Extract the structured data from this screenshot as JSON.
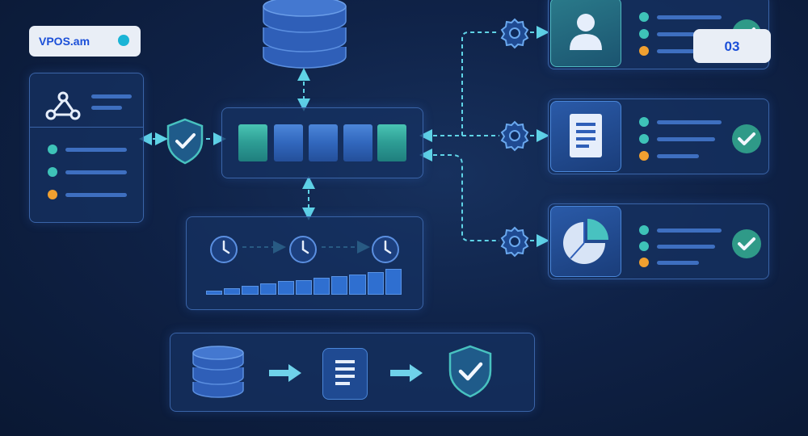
{
  "brand": {
    "label": "VPOS.am"
  },
  "badge": {
    "label": "03"
  },
  "colors": {
    "background": "#0f2247",
    "panel_border": "#3a64a8",
    "accent_teal": "#3ec3b8",
    "accent_orange": "#f0a030",
    "connector": "#5fd3e6"
  },
  "icons": {
    "source_card": "webhook-icon",
    "gateway": "shield-check-icon",
    "database": "database-icon",
    "timeline": "clock-icon",
    "process": "gear-icon",
    "outputs": [
      "user-icon",
      "document-icon",
      "pie-chart-icon"
    ],
    "status": "check-circle-icon",
    "pipeline": [
      "database-icon",
      "document-icon",
      "shield-check-icon"
    ]
  },
  "queue_cells": [
    "teal",
    "blue",
    "blue",
    "blue",
    "teal"
  ],
  "timeline": {
    "clocks": 3,
    "bar_levels": [
      0.1,
      0.2,
      0.3,
      0.4,
      0.5,
      0.55,
      0.62,
      0.7,
      0.78,
      0.88,
      1.0
    ]
  }
}
